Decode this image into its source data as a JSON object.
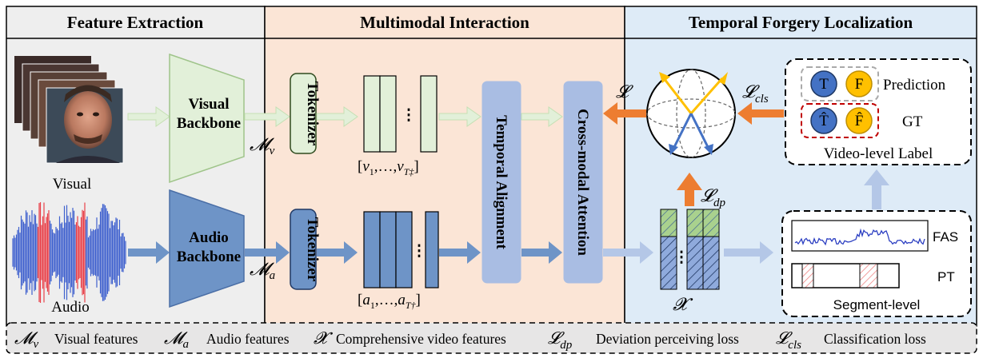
{
  "headers": {
    "feature_extraction": "Feature Extraction",
    "multimodal_interaction": "Multimodal Interaction",
    "temporal_forgery_localization": "Temporal Forgery Localization"
  },
  "inputs": {
    "visual": "Visual",
    "audio": "Audio"
  },
  "backbones": {
    "visual_line1": "Visual",
    "visual_line2": "Backbone",
    "audio_line1": "Audio",
    "audio_line2": "Backbone"
  },
  "symbols": {
    "m_v": "𝓜",
    "m_v_sub": "v",
    "m_a": "𝓜",
    "m_a_sub": "a",
    "x": "𝓧",
    "loss": "𝓛",
    "loss_cls_sub": "cls",
    "loss_dp_sub": "dp"
  },
  "tokenizer": "Tokenizer",
  "sequences": {
    "visual": {
      "open": "[",
      "first": "v",
      "first_sub": "1",
      "mid": ",…,",
      "last": "v",
      "last_sub": "T‡",
      "close": "]"
    },
    "audio": {
      "open": "[",
      "first": "a",
      "first_sub": "1",
      "mid": ",…,",
      "last": "a",
      "last_sub": "T†",
      "close": "]"
    },
    "ellipsis": "⋮"
  },
  "modules": {
    "temporal_alignment": "Temporal Alignment",
    "cross_modal_attention": "Cross-modal Attention"
  },
  "video_label": {
    "prediction": "Prediction",
    "gt": "GT",
    "title": "Video-level Label",
    "t": "T",
    "f": "F",
    "t_hat": "T̂",
    "f_hat": "F̂"
  },
  "segment_label": {
    "fas": "FAS",
    "pt": "PT",
    "title": "Segment-level"
  },
  "legend": {
    "visual_features": "Visual features",
    "audio_features": "Audio features",
    "comprehensive": "Comprehensive video features",
    "dp_loss": "Deviation perceiving loss",
    "cls_loss": "Classification loss"
  },
  "colors": {
    "feature_bg": "#eeeeee",
    "multimodal_bg": "#fbe5d6",
    "tfl_bg": "#deebf7",
    "visual_green": "#e2f0d9",
    "visual_green_dark": "#a9d18e",
    "audio_blue": "#6e94c7",
    "audio_blue_light": "#b4c7e7",
    "module_blue": "#a9bde3",
    "orange": "#ed7d31",
    "fake_yellow": "#ffc000",
    "true_blue": "#4472c4",
    "arrow_yellow": "#f5b800",
    "gt_red": "#c00000",
    "pt_red": "#f4a0a0"
  }
}
